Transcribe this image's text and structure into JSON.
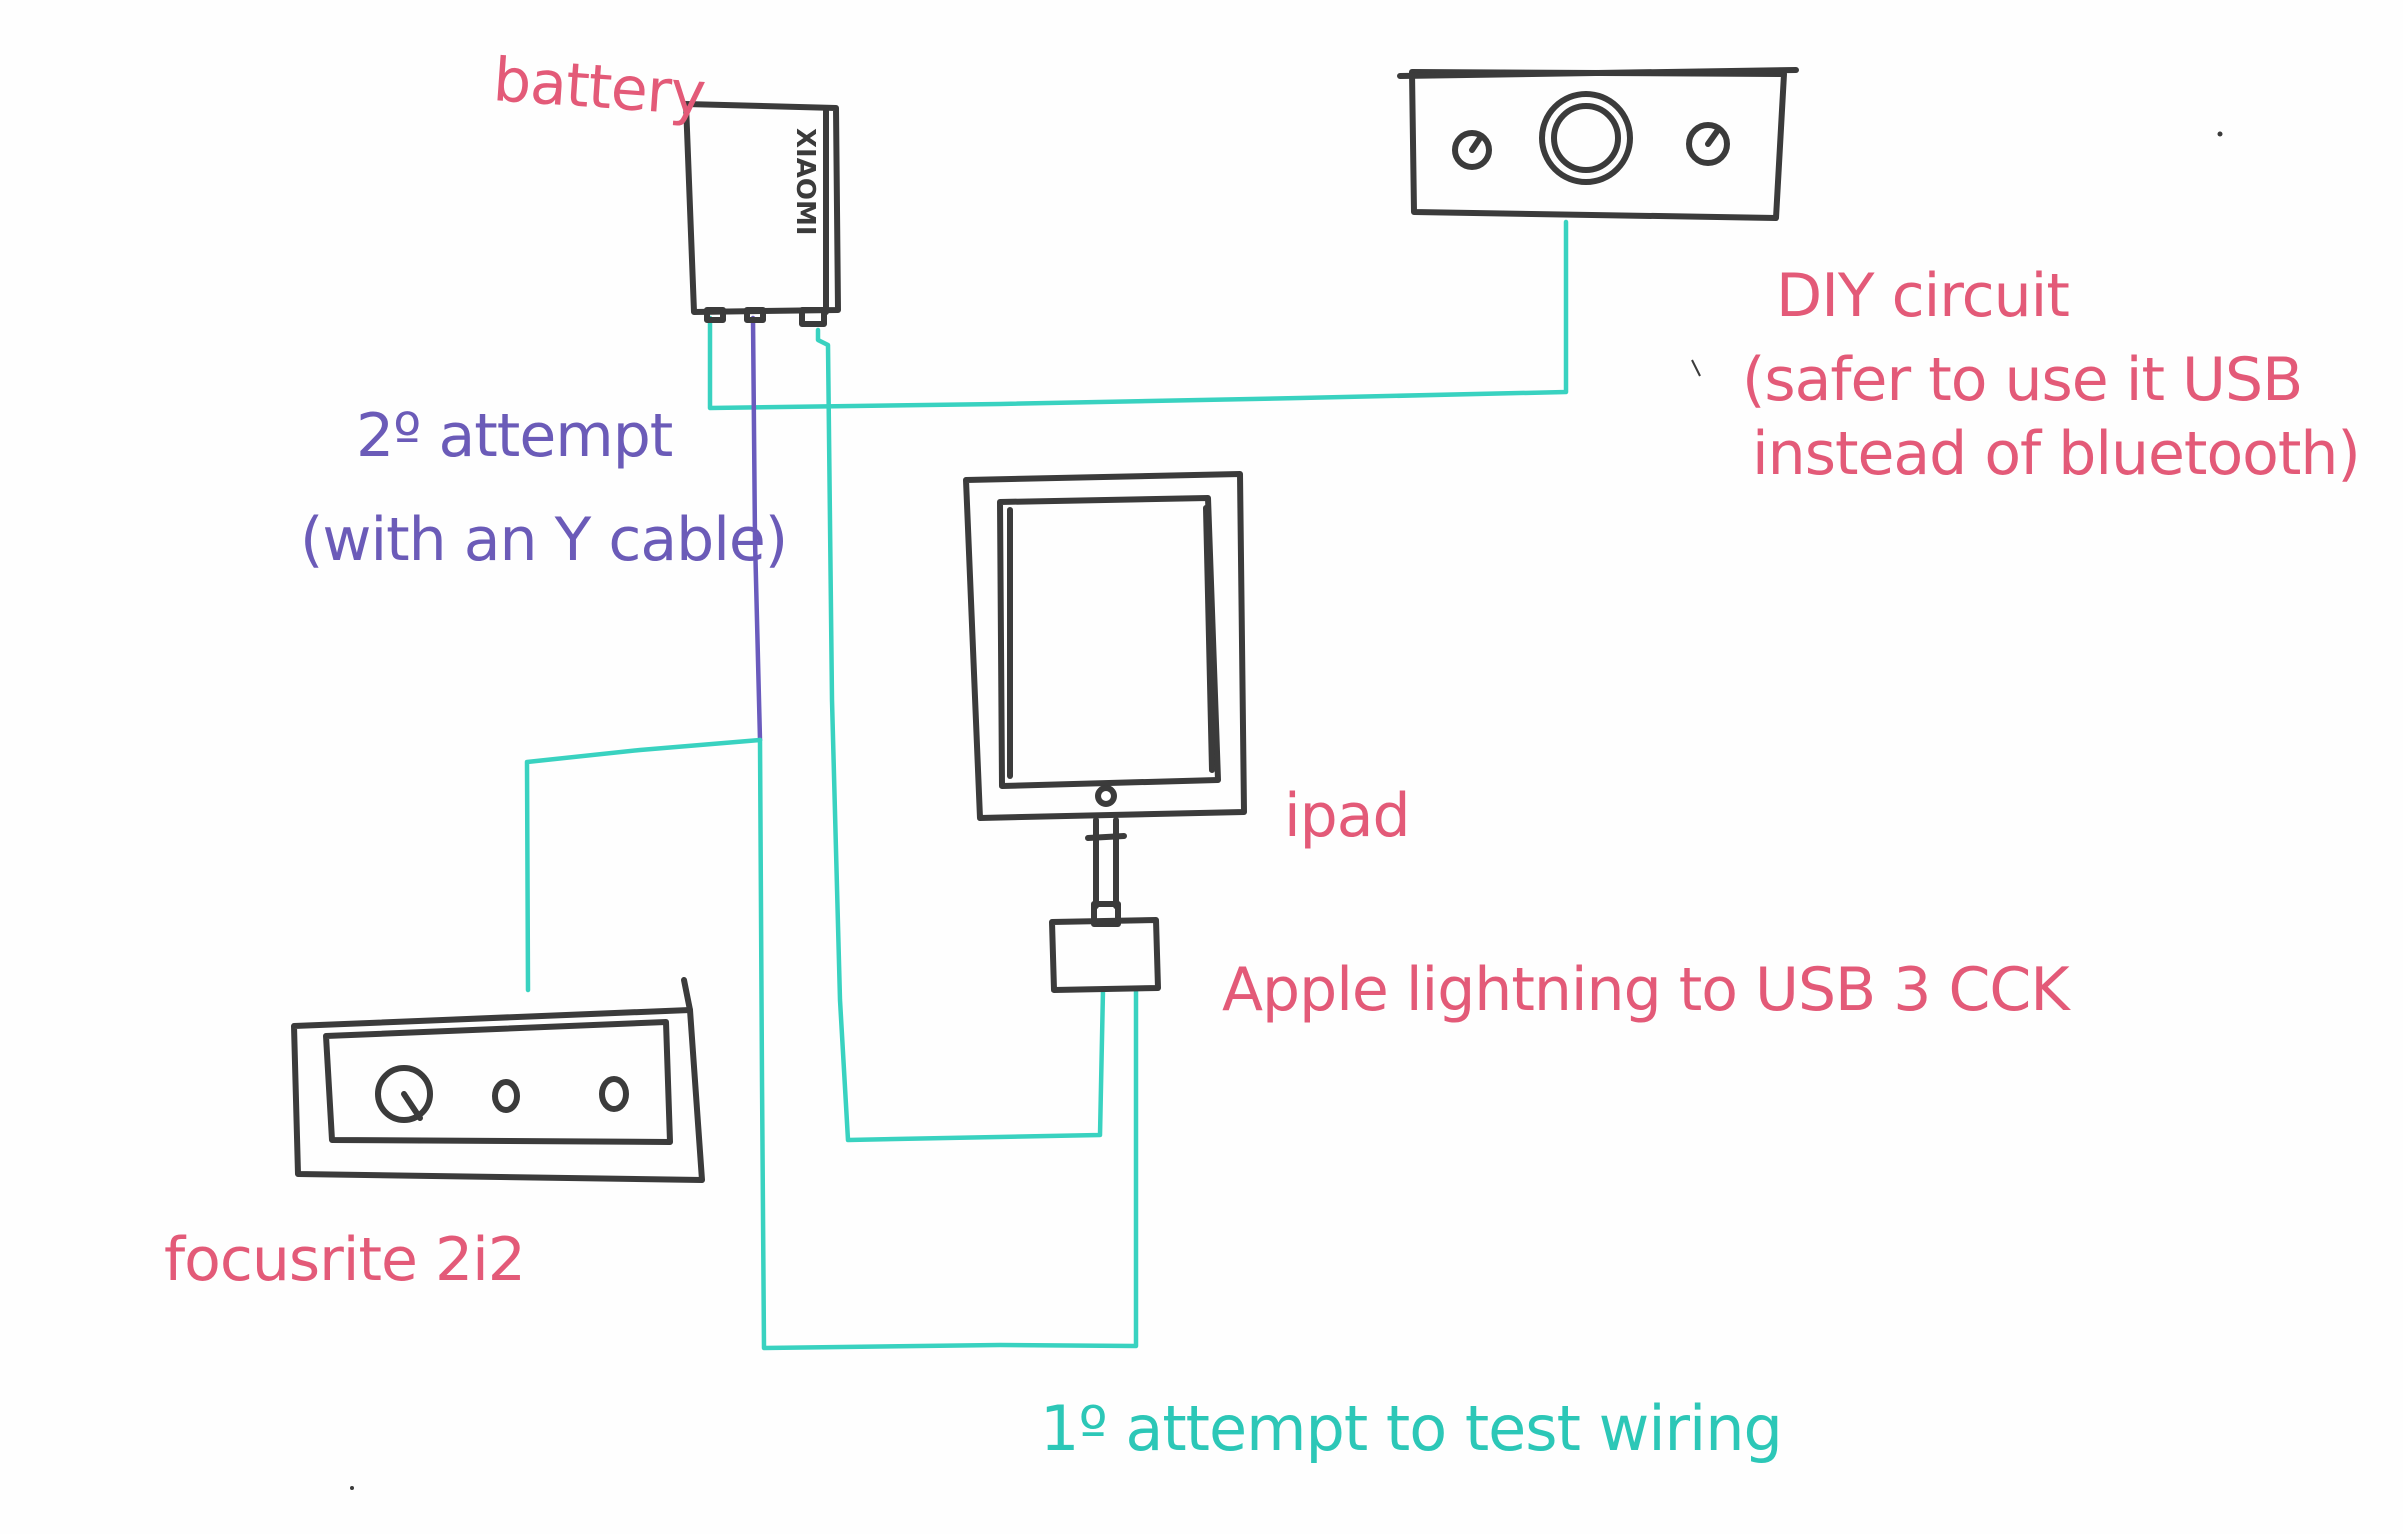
{
  "labels": {
    "battery": "battery",
    "battery_brand": "XIAOMI",
    "diy_circuit_line1": "DIY circuit",
    "diy_circuit_line2": "(safer to use it USB",
    "diy_circuit_line3": "instead of bluetooth)",
    "second_attempt_line1": "2º attempt",
    "second_attempt_line2": "(with an Y cable)",
    "ipad": "ipad",
    "apple_adapter": "Apple lightning to USB 3 CCK",
    "focusrite": "focusrite 2i2",
    "first_attempt": "1º attempt to test wiring"
  },
  "colors": {
    "ink": "#3b3b3b",
    "red_label": "#e35a78",
    "purple_label": "#6b5bb8",
    "teal_wire": "#39d2c0",
    "purple_wire": "#6a5bbd"
  }
}
